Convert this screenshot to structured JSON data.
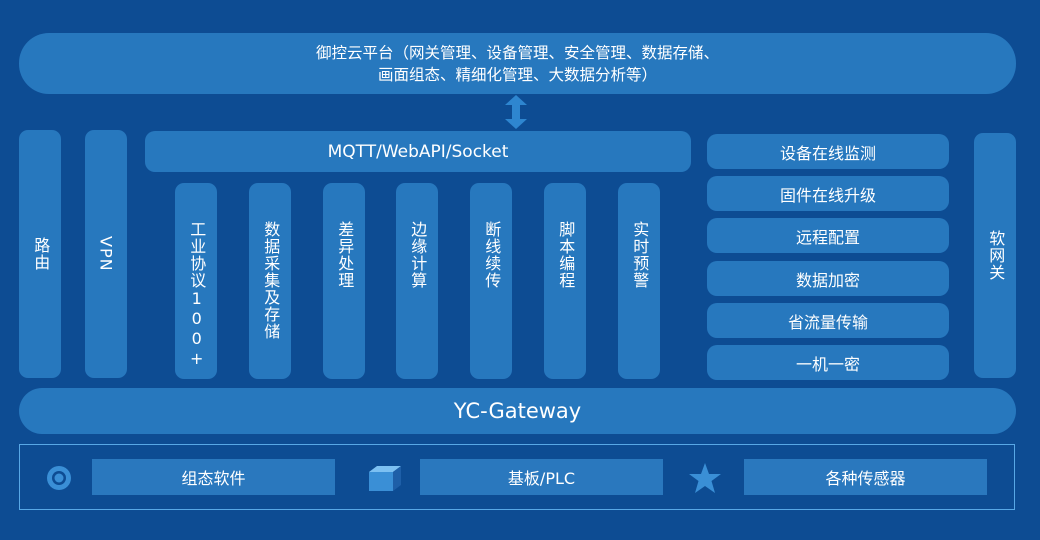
{
  "cloud": {
    "line1": "御控云平台（网关管理、设备管理、安全管理、数据存储、",
    "line2": "画面组态、精细化管理、大数据分析等）"
  },
  "side_left": [
    {
      "label": "路由"
    },
    {
      "label": "VPN"
    }
  ],
  "protocol_bar": "MQTT/WebAPI/Socket",
  "features": [
    {
      "label": "工业协议100+"
    },
    {
      "label": "数据采集及存储"
    },
    {
      "label": "差异处理"
    },
    {
      "label": "边缘计算"
    },
    {
      "label": "断线续传"
    },
    {
      "label": "脚本编程"
    },
    {
      "label": "实时预警"
    }
  ],
  "right_items": [
    {
      "label": "设备在线监测"
    },
    {
      "label": "固件在线升级"
    },
    {
      "label": "远程配置"
    },
    {
      "label": "数据加密"
    },
    {
      "label": "省流量传输"
    },
    {
      "label": "一机一密"
    }
  ],
  "side_right": {
    "label": "软网关"
  },
  "gateway": "YC-Gateway",
  "bottom": [
    {
      "icon": "ring-icon",
      "label": "组态软件"
    },
    {
      "icon": "cube-icon",
      "label": "基板/PLC"
    },
    {
      "icon": "star-icon",
      "label": "各种传感器"
    }
  ],
  "colors": {
    "background": "#0d4c93",
    "block": "#2778be",
    "icon": "#3a8fd6"
  }
}
